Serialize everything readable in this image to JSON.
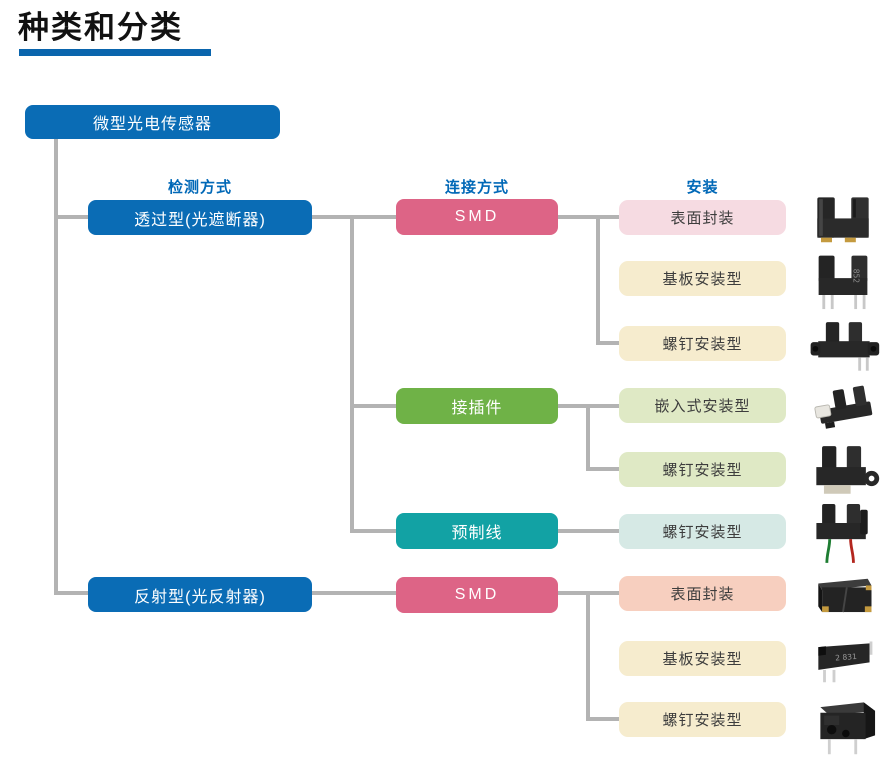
{
  "page": {
    "title": "种类和分类"
  },
  "headers": {
    "detection": "检测方式",
    "connection": "连接方式",
    "mounting": "安装"
  },
  "nodes": {
    "root": "微型光电传感器",
    "through_beam": "透过型(光遮断器)",
    "reflective": "反射型(光反射器)",
    "smd1": "SMD",
    "connector": "接插件",
    "prewired": "预制线",
    "smd2": "SMD"
  },
  "mounts": [
    {
      "label": "表面封装",
      "tone": "pink-light",
      "product_icon": "slot-sensor-surface-mount-icon"
    },
    {
      "label": "基板安装型",
      "tone": "cream",
      "product_icon": "slot-sensor-pcb-pins-icon"
    },
    {
      "label": "螺钉安装型",
      "tone": "cream",
      "product_icon": "slot-sensor-screw-tabs-icon"
    },
    {
      "label": "嵌入式安装型",
      "tone": "green-light",
      "product_icon": "slot-sensor-snap-in-connector-icon"
    },
    {
      "label": "螺钉安装型",
      "tone": "green-light",
      "product_icon": "slot-sensor-screw-ear-connector-icon"
    },
    {
      "label": "螺钉安装型",
      "tone": "teal-light",
      "product_icon": "slot-sensor-pre-wired-icon"
    },
    {
      "label": "表面封装",
      "tone": "salmon",
      "product_icon": "reflective-smd-chip-icon"
    },
    {
      "label": "基板安装型",
      "tone": "cream",
      "product_icon": "reflective-pcb-pins-icon"
    },
    {
      "label": "螺钉安装型",
      "tone": "cream",
      "product_icon": "reflective-box-pins-icon"
    }
  ],
  "colors": {
    "primary_blue": "#0a6cb5",
    "header_text_blue": "#0068b7",
    "title_underline_blue": "#0a65ad",
    "pink": "#dd6486",
    "pink_light": "#f6dbe2",
    "cream": "#f6ecce",
    "green": "#6fb247",
    "green_light": "#dfe9c5",
    "teal": "#12a2a4",
    "teal_light": "#d6e9e5",
    "salmon": "#f7cfbf",
    "connector_line_gray": "#b3b3b3",
    "mount_text": "#3d3d3d"
  }
}
